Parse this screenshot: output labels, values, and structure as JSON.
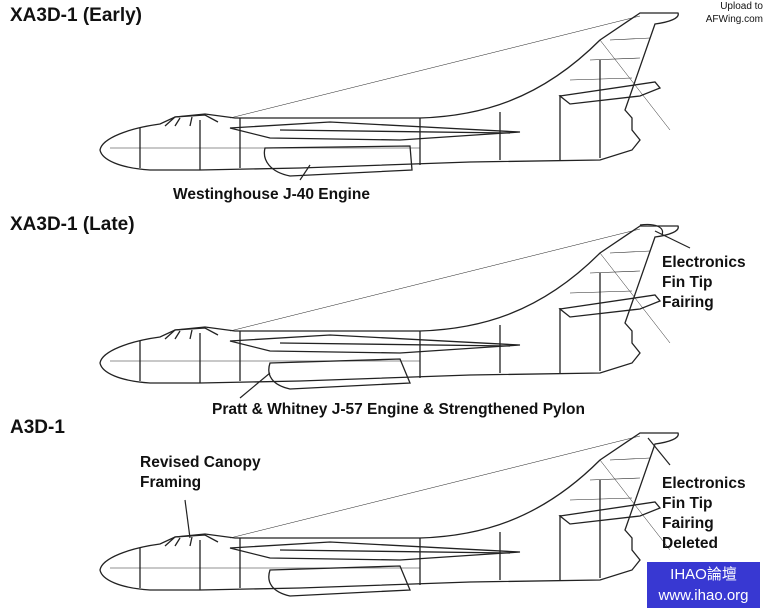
{
  "watermark_top": {
    "line1": "Upload to",
    "line2": "AFWing.com"
  },
  "variants": [
    {
      "title": "XA3D-1 (Early)",
      "callout": [
        "Westinghouse J-40 Engine"
      ]
    },
    {
      "title": "XA3D-1 (Late)",
      "callout": [
        "Pratt & Whitney J-57 Engine & Strengthened Pylon"
      ],
      "fin_callout": [
        "Electronics",
        "Fin Tip",
        "Fairing"
      ]
    },
    {
      "title": "A3D-1",
      "canopy_callout": [
        "Revised Canopy",
        "Framing"
      ],
      "fin_callout": [
        "Electronics",
        "Fin Tip",
        "Fairing",
        "Deleted"
      ]
    }
  ],
  "watermark_bottom": {
    "line1": "IHAO論壇",
    "line2": "www.ihao.org",
    "color": "#3838d2"
  }
}
